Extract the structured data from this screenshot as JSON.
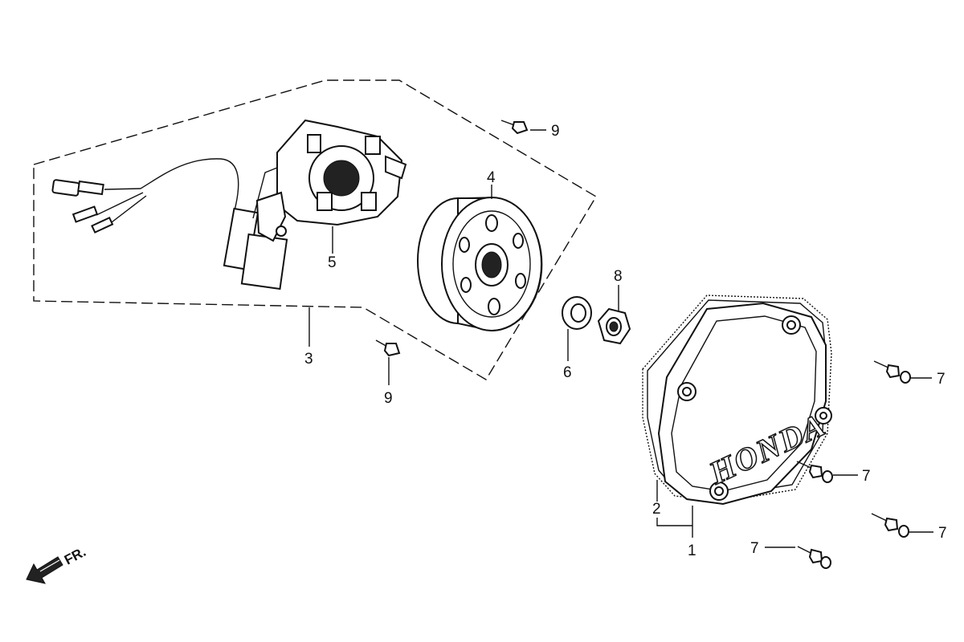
{
  "labels": {
    "p1": "1",
    "p2": "2",
    "p3": "3",
    "p4": "4",
    "p5": "5",
    "p6": "6",
    "p7": "7",
    "p8": "8",
    "p9": "9"
  },
  "cover_brand": "HONDA",
  "front_indicator": "FR.",
  "icons": {
    "front_arrow": "arrow-down-left-icon"
  }
}
